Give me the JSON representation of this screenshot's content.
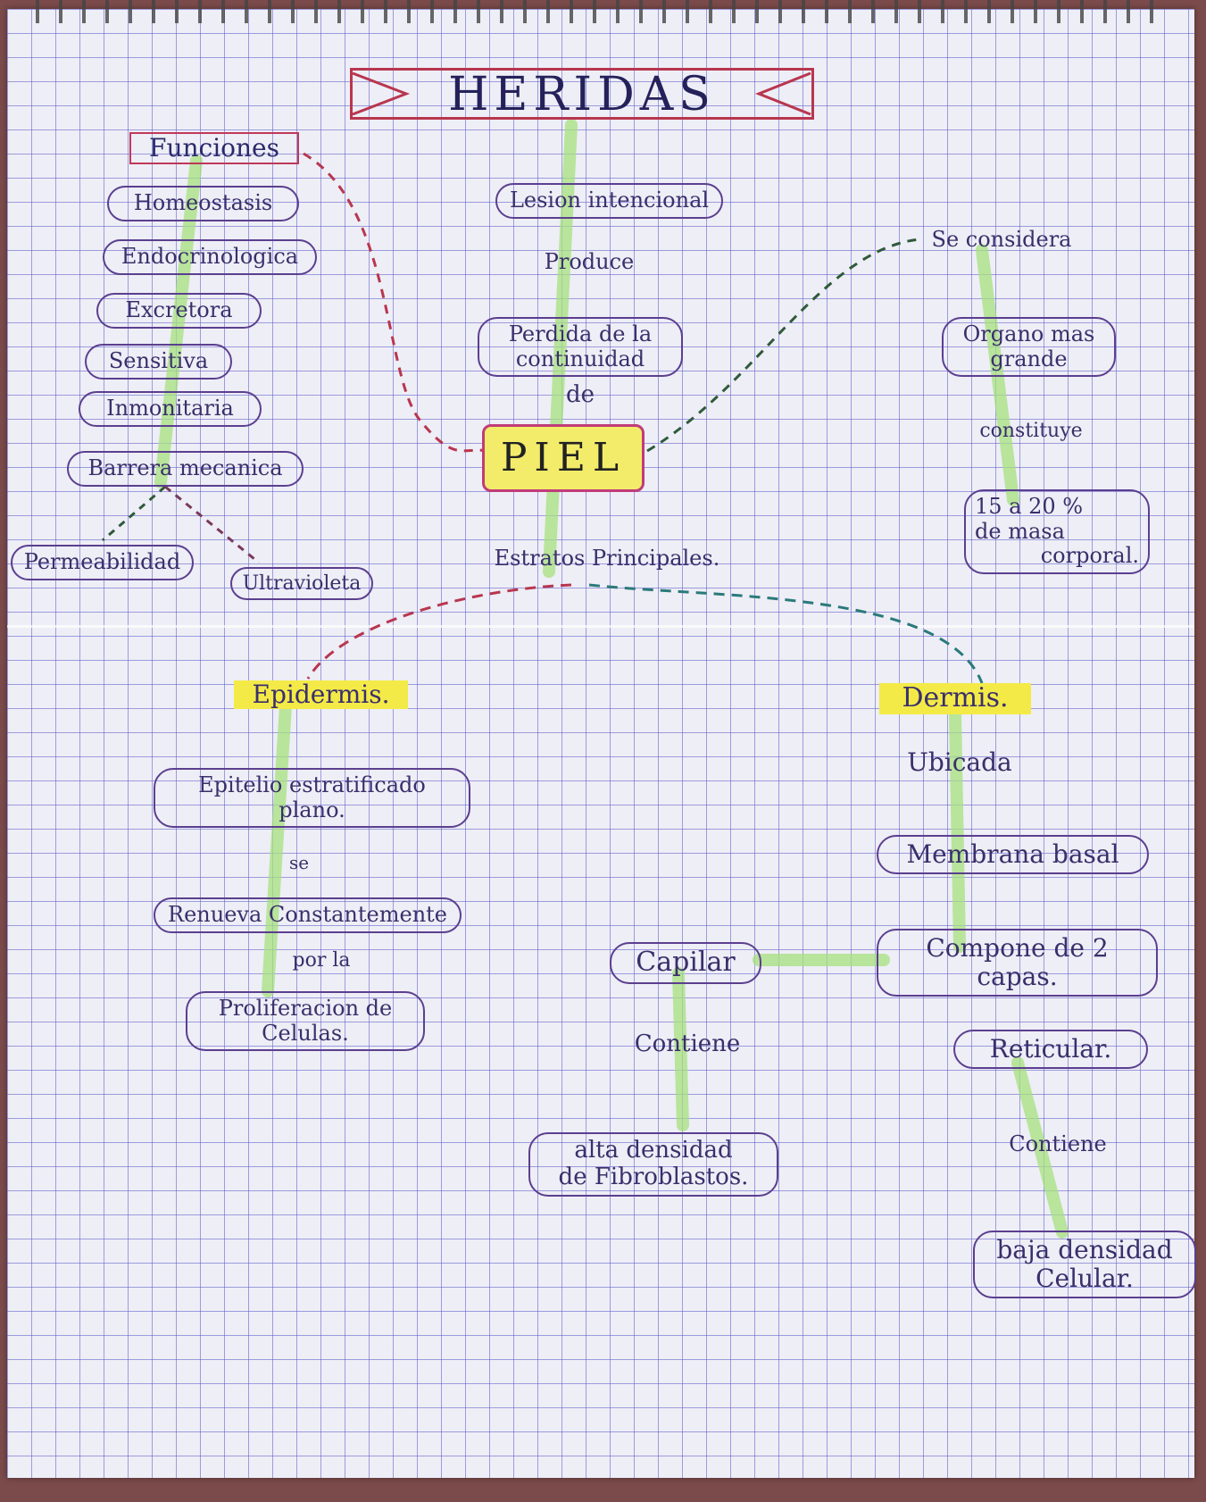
{
  "title": "HERIDAS",
  "center": {
    "lesion": "Lesion intencional",
    "produce": "Produce",
    "perdida": [
      "Perdida de la",
      "continuidad"
    ],
    "de": "de",
    "piel": "PIEL",
    "estratos": "Estratos Principales."
  },
  "funciones": {
    "title": "Funciones",
    "items": [
      "Homeostasis",
      "Endocrinologica",
      "Excretora",
      "Sensitiva",
      "Inmonitaria",
      "Barrera mecanica"
    ],
    "barrera_children": [
      "Permeabilidad",
      "Ultravioleta"
    ]
  },
  "right_top": {
    "considera": "Se considera",
    "organo": [
      "Organo mas",
      "grande"
    ],
    "constituye": "constituye",
    "masa": [
      "15 a 20 %",
      "de masa",
      "corporal."
    ]
  },
  "epidermis": {
    "title": "Epidermis.",
    "epitelio": [
      "Epitelio estratificado",
      "plano."
    ],
    "se": "se",
    "renueva": "Renueva Constantemente",
    "por_la": "por la",
    "proliferacion": [
      "Proliferacion de",
      "Celulas."
    ]
  },
  "dermis": {
    "title": "Dermis.",
    "ubicada": "Ubicada",
    "membrana": "Membrana basal",
    "compone": [
      "Compone de 2",
      "capas."
    ],
    "reticular": "Reticular.",
    "contiene_r": "Contiene",
    "baja": [
      "baja densidad",
      "Celular."
    ],
    "capilar": "Capilar",
    "contiene_c": "Contiene",
    "alta": [
      "alta densidad",
      "de Fibroblastos."
    ]
  },
  "colors": {
    "ink": "#3a2f6b",
    "cloud_border": "#5b3f8f",
    "highlight": "#f3ea47",
    "green_line": "#a6e07e",
    "red_dash": "#b8364f",
    "dark_dash": "#2f5a3a"
  }
}
